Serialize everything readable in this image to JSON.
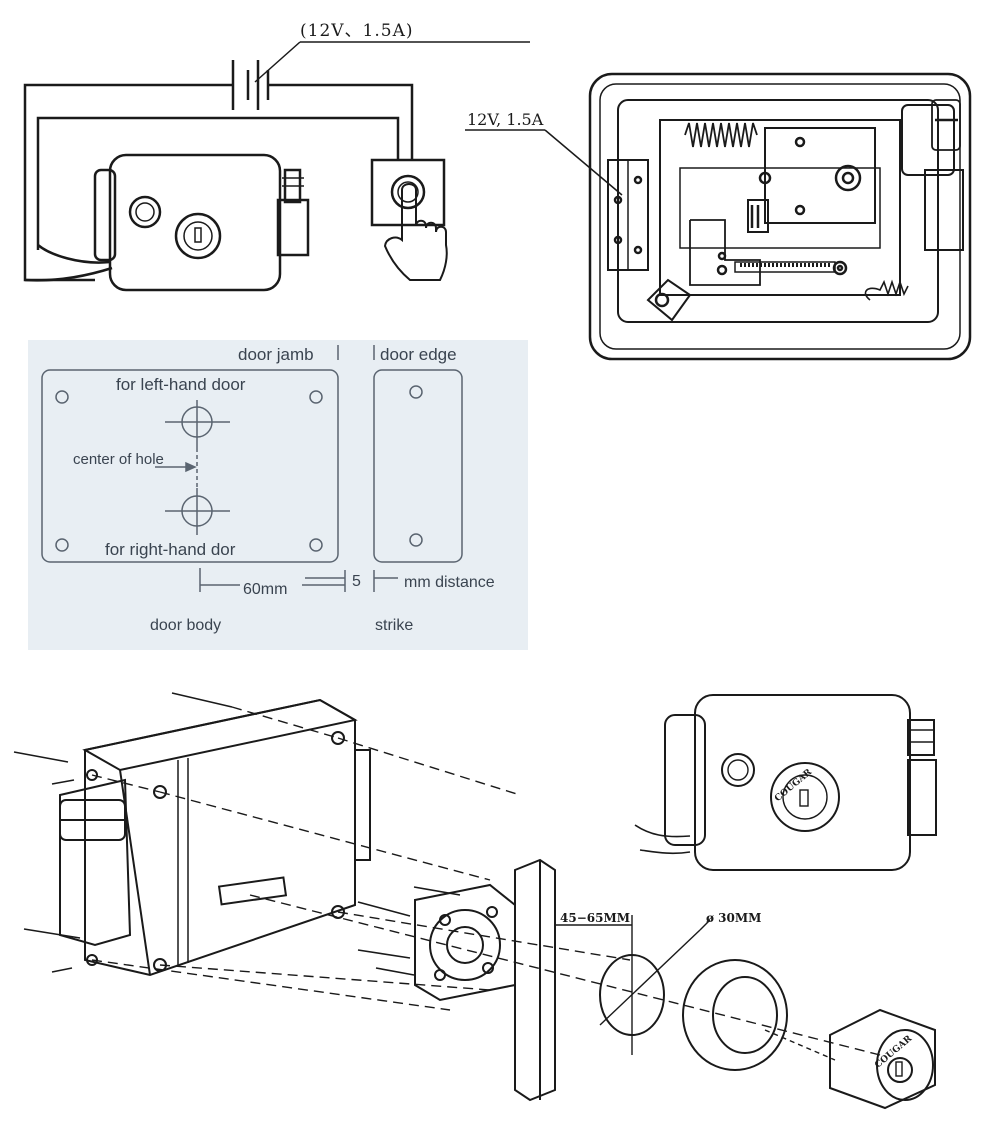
{
  "wiring": {
    "power_label": "(12V、1.5A)"
  },
  "internal": {
    "power_label": "12V, 1.5A"
  },
  "template": {
    "door_jamb": "door jamb",
    "door_edge": "door edge",
    "left_hand": "for left-hand door",
    "center_hole": "center of hole",
    "right_hand": "for right-hand dor",
    "dim_60": "60mm",
    "dim_5": "5",
    "mm_distance": "mm distance",
    "door_body": "door body",
    "strike": "strike"
  },
  "exploded": {
    "thickness": "45−65MM",
    "diameter": "ø 30MM",
    "brand": "COUGAR"
  },
  "colors": {
    "line": "#1a1a1a",
    "panel_bg": "#e8eef3",
    "panel_line": "#5a6470"
  }
}
